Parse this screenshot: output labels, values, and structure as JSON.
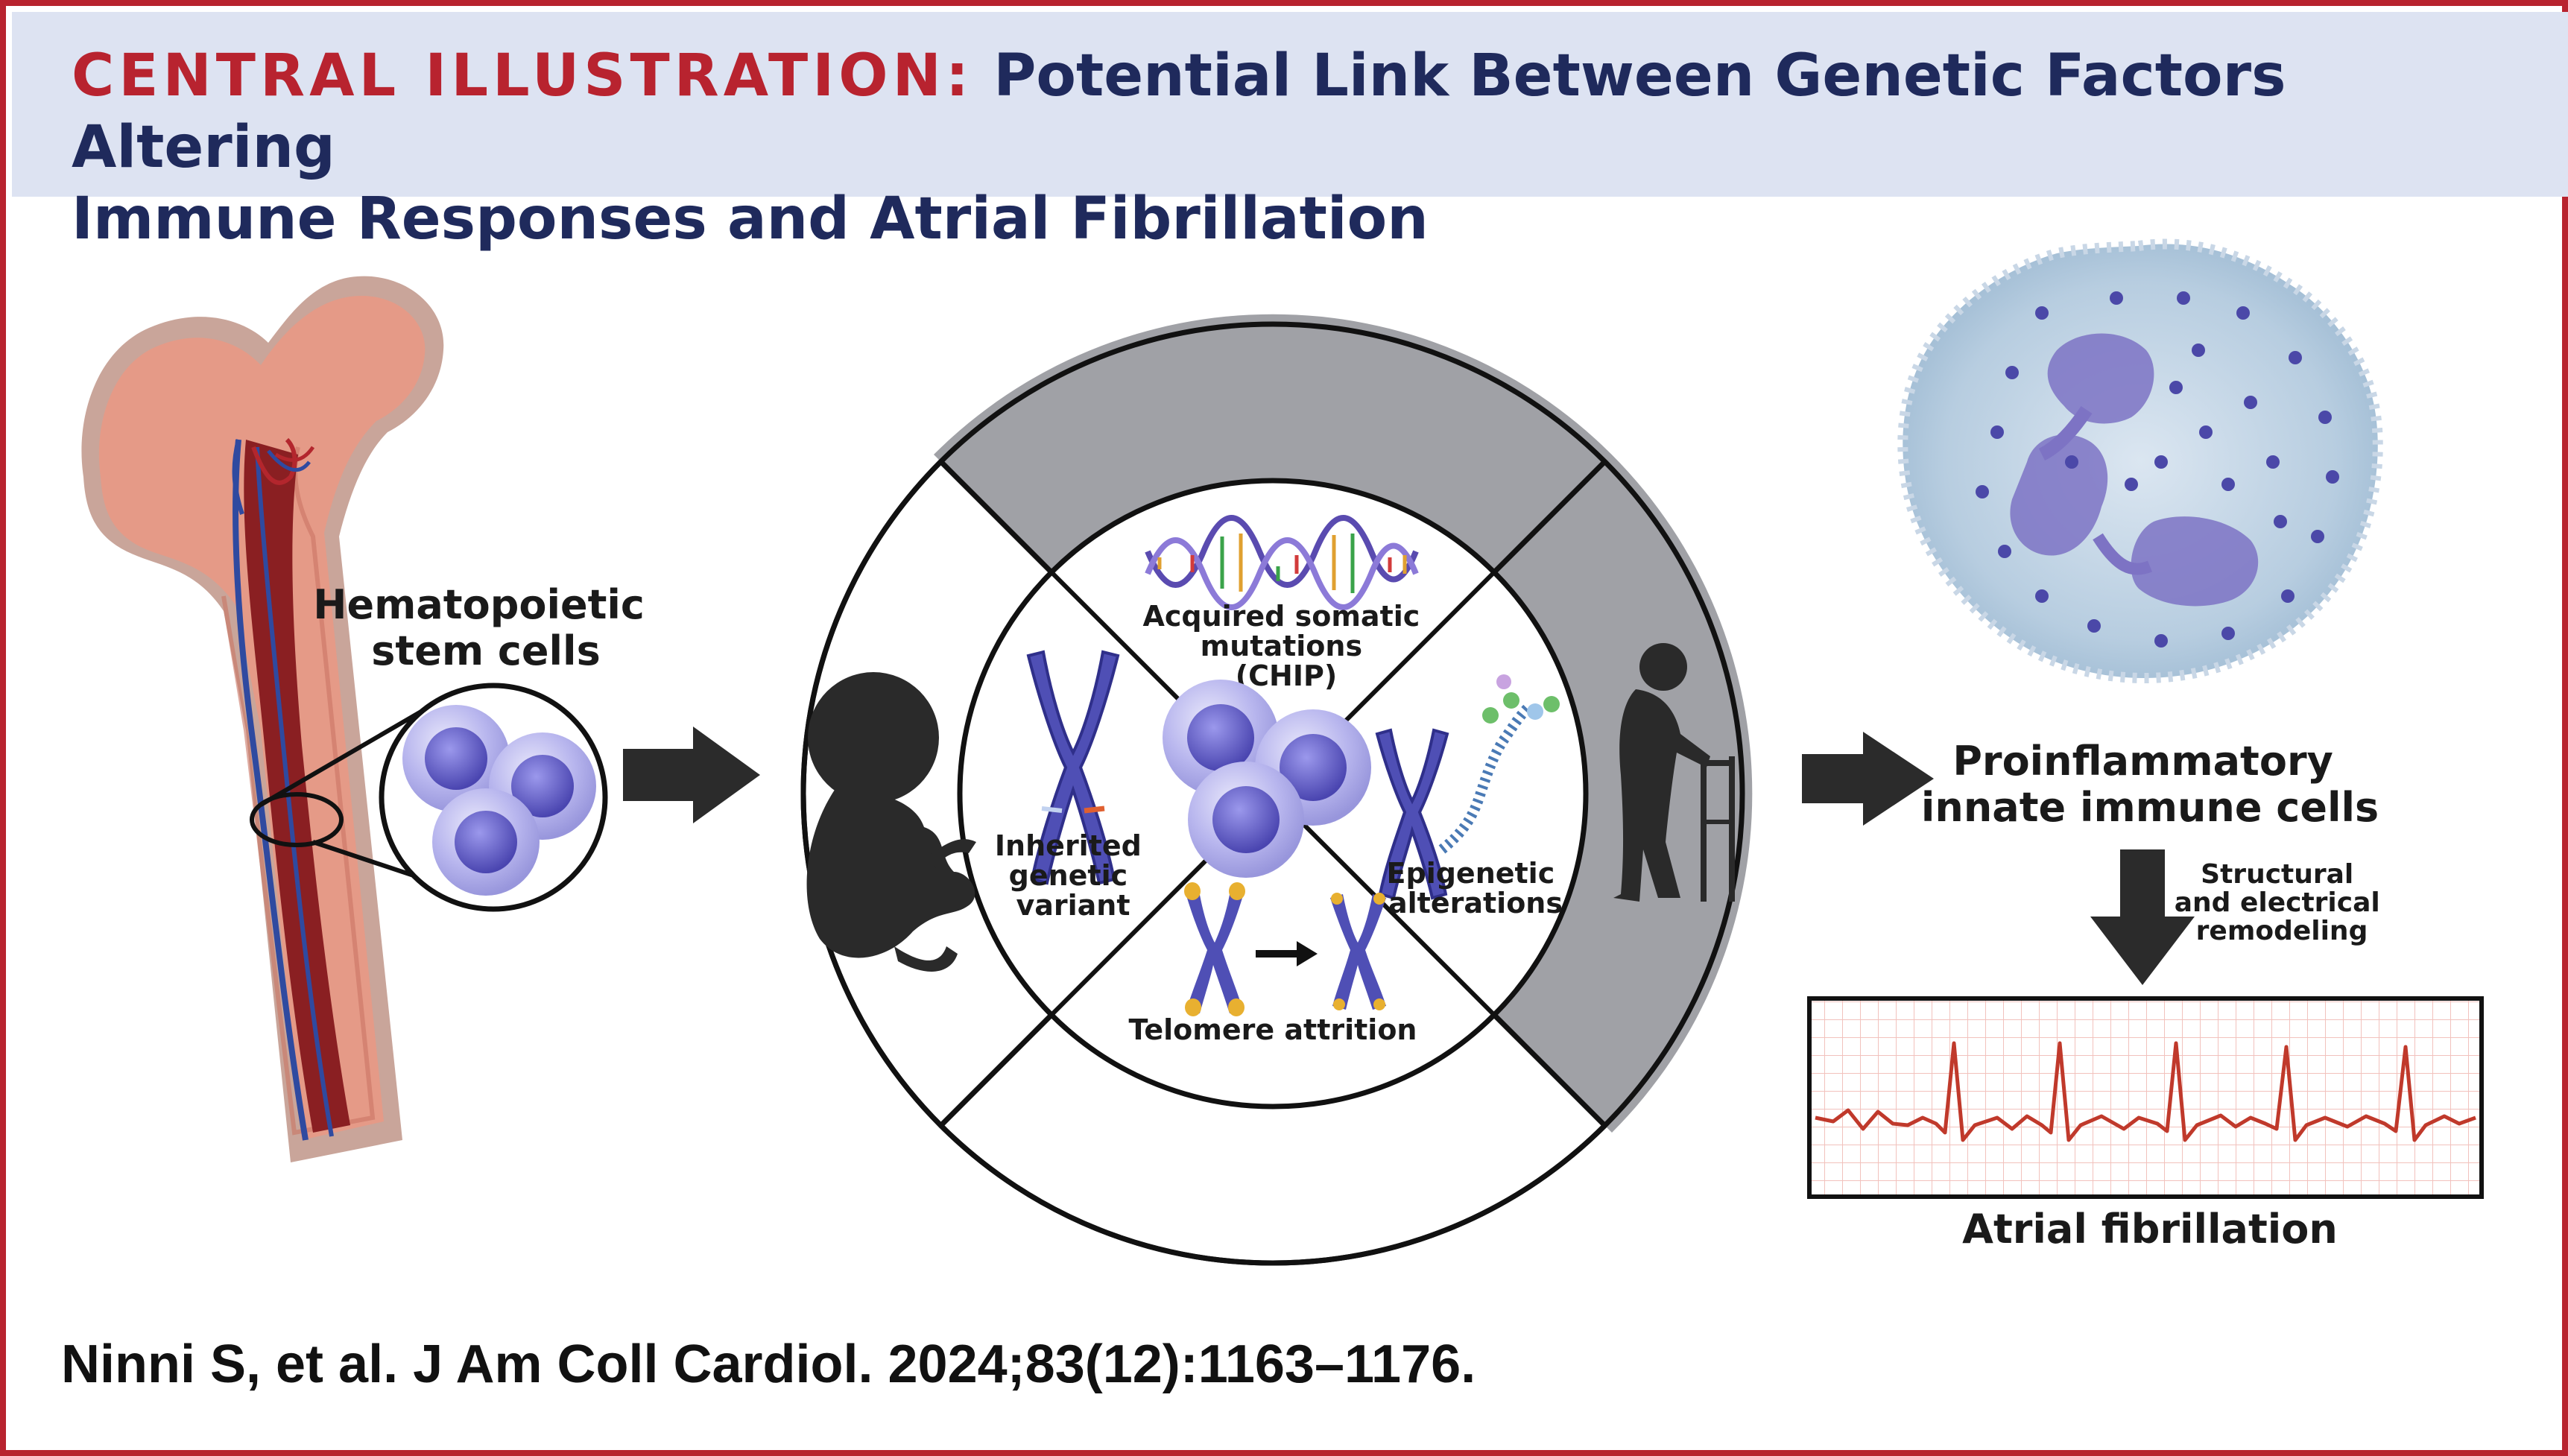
{
  "header": {
    "kicker": "CENTRAL ILLUSTRATION:",
    "title_line1": "Potential Link Between Genetic Factors Altering",
    "title_line2": "Immune Responses and Atrial Fibrillation"
  },
  "labels": {
    "hsc": [
      "Hematopoietic",
      "stem cells"
    ],
    "acquired": [
      "Acquired somatic",
      "mutations",
      "(CHIP)"
    ],
    "inherited": [
      "Inherited",
      "genetic",
      "variant"
    ],
    "epigenetic": [
      "Epigenetic",
      "alterations"
    ],
    "telomere": "Telomere attrition",
    "proinflammatory": [
      "Proinflammatory",
      "innate immune cells"
    ],
    "remodeling": [
      "Structural",
      "and electrical",
      "remodeling"
    ],
    "af": "Atrial fibrillation"
  },
  "citation": "Ninni S, et al. J Am Coll Cardiol. 2024;83(12):1163–1176.",
  "colors": {
    "border": "#b8232f",
    "header_bg": "#dde3f2",
    "title_navy": "#1f2a5c",
    "bone": "#e59a87",
    "cell_purple": "#8f8de0",
    "ring_gray": "#a0a1a6",
    "ecg_red": "#c0392b"
  },
  "icons": [
    "femur-bone",
    "blood-vessel",
    "hsc-cluster",
    "dna-helix",
    "chromosome",
    "fetus-silhouette",
    "elderly-walker-silhouette",
    "neutrophil",
    "ecg-strip",
    "arrow"
  ]
}
